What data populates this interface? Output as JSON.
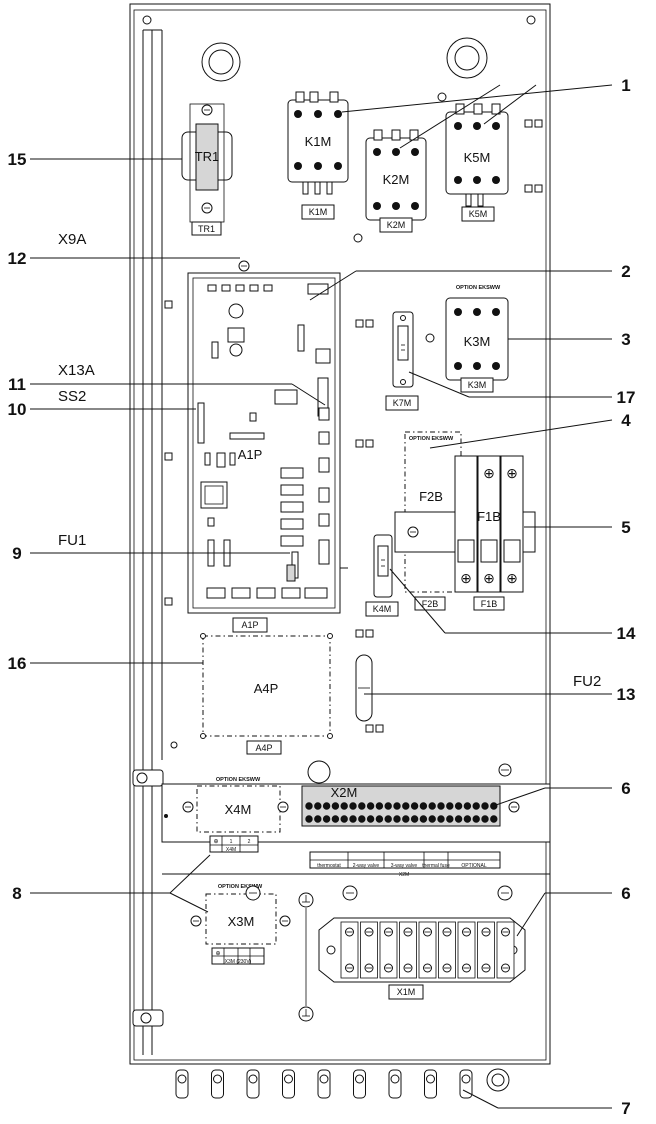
{
  "callouts": {
    "n1": "1",
    "n2": "2",
    "n3": "3",
    "n4": "4",
    "n5": "5",
    "n6a": "6",
    "n6b": "6",
    "n7": "7",
    "n8": "8",
    "n9": "9",
    "n10": "10",
    "n11": "11",
    "n12": "12",
    "n13": "13",
    "n14": "14",
    "n15": "15",
    "n16": "16",
    "n17": "17"
  },
  "signals": {
    "x9a": "X9A",
    "x13a": "X13A",
    "ss2": "SS2",
    "fu1": "FU1",
    "fu2": "FU2"
  },
  "components": {
    "tr1": "TR1",
    "k1m": "K1M",
    "k2m": "K2M",
    "k5m": "K5M",
    "k3m": "K3M",
    "k7m": "K7M",
    "k4m": "K4M",
    "a1p": "A1P",
    "a4p": "A4P",
    "f1b": "F1B",
    "f2b": "F2B",
    "x2m": "X2M",
    "x4m": "X4M",
    "x3m": "X3M",
    "x1m": "X1M"
  },
  "option_labels": {
    "k3m": "OPTION EKSWW",
    "f2b": "OPTION EKSWW",
    "x4m": "OPTION EKSWW",
    "x3m": "OPTION EKSWW"
  },
  "strip_labels": {
    "x4m_pins": [
      "1",
      "2"
    ],
    "x4m_title": "X4M",
    "x3m_title": "X3M (230V)",
    "x2m_groups": [
      "thermostat",
      "2-way valve",
      "3-way valve",
      "thermal fuse",
      "OPTIONAL"
    ],
    "x2m_title": "X2M"
  }
}
